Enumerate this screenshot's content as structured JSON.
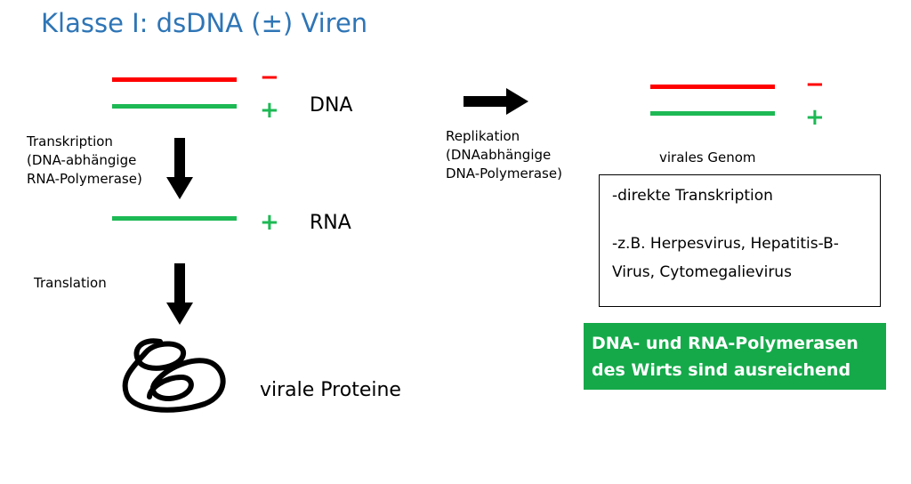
{
  "colors": {
    "title": "#2e75b6",
    "minus_strand": "#ff0000",
    "plus_strand": "#1db954",
    "highlight_box": "#15a94a",
    "arrow": "#000000"
  },
  "title": "Klasse I: dsDNA (±) Viren",
  "left": {
    "minus_sign": "−",
    "plus_sign_dna": "+",
    "dna_label": "DNA",
    "transcription": {
      "line1": "Transkription",
      "line2": "(DNA-abhängige",
      "line3": "RNA-Polymerase)"
    },
    "plus_sign_rna": "+",
    "rna_label": "RNA",
    "translation": "Translation",
    "protein_label": "virale Proteine"
  },
  "replication": {
    "line1": "Replikation",
    "line2": "(DNAabhängige",
    "line3": "DNA-Polymerase)"
  },
  "right": {
    "minus_sign": "−",
    "plus_sign": "+",
    "genome_label": "virales Genom"
  },
  "info_box": {
    "line1": "-direkte Transkription",
    "line2": "-z.B. Herpesvirus, Hepatitis-B-",
    "line3": "Virus, Cytomegalievirus"
  },
  "highlight": {
    "line1": "DNA- und RNA-Polymerasen",
    "line2": "des Wirts sind ausreichend"
  },
  "icons": [
    "arrow-down-icon",
    "arrow-right-icon",
    "protein-squiggle-icon"
  ]
}
